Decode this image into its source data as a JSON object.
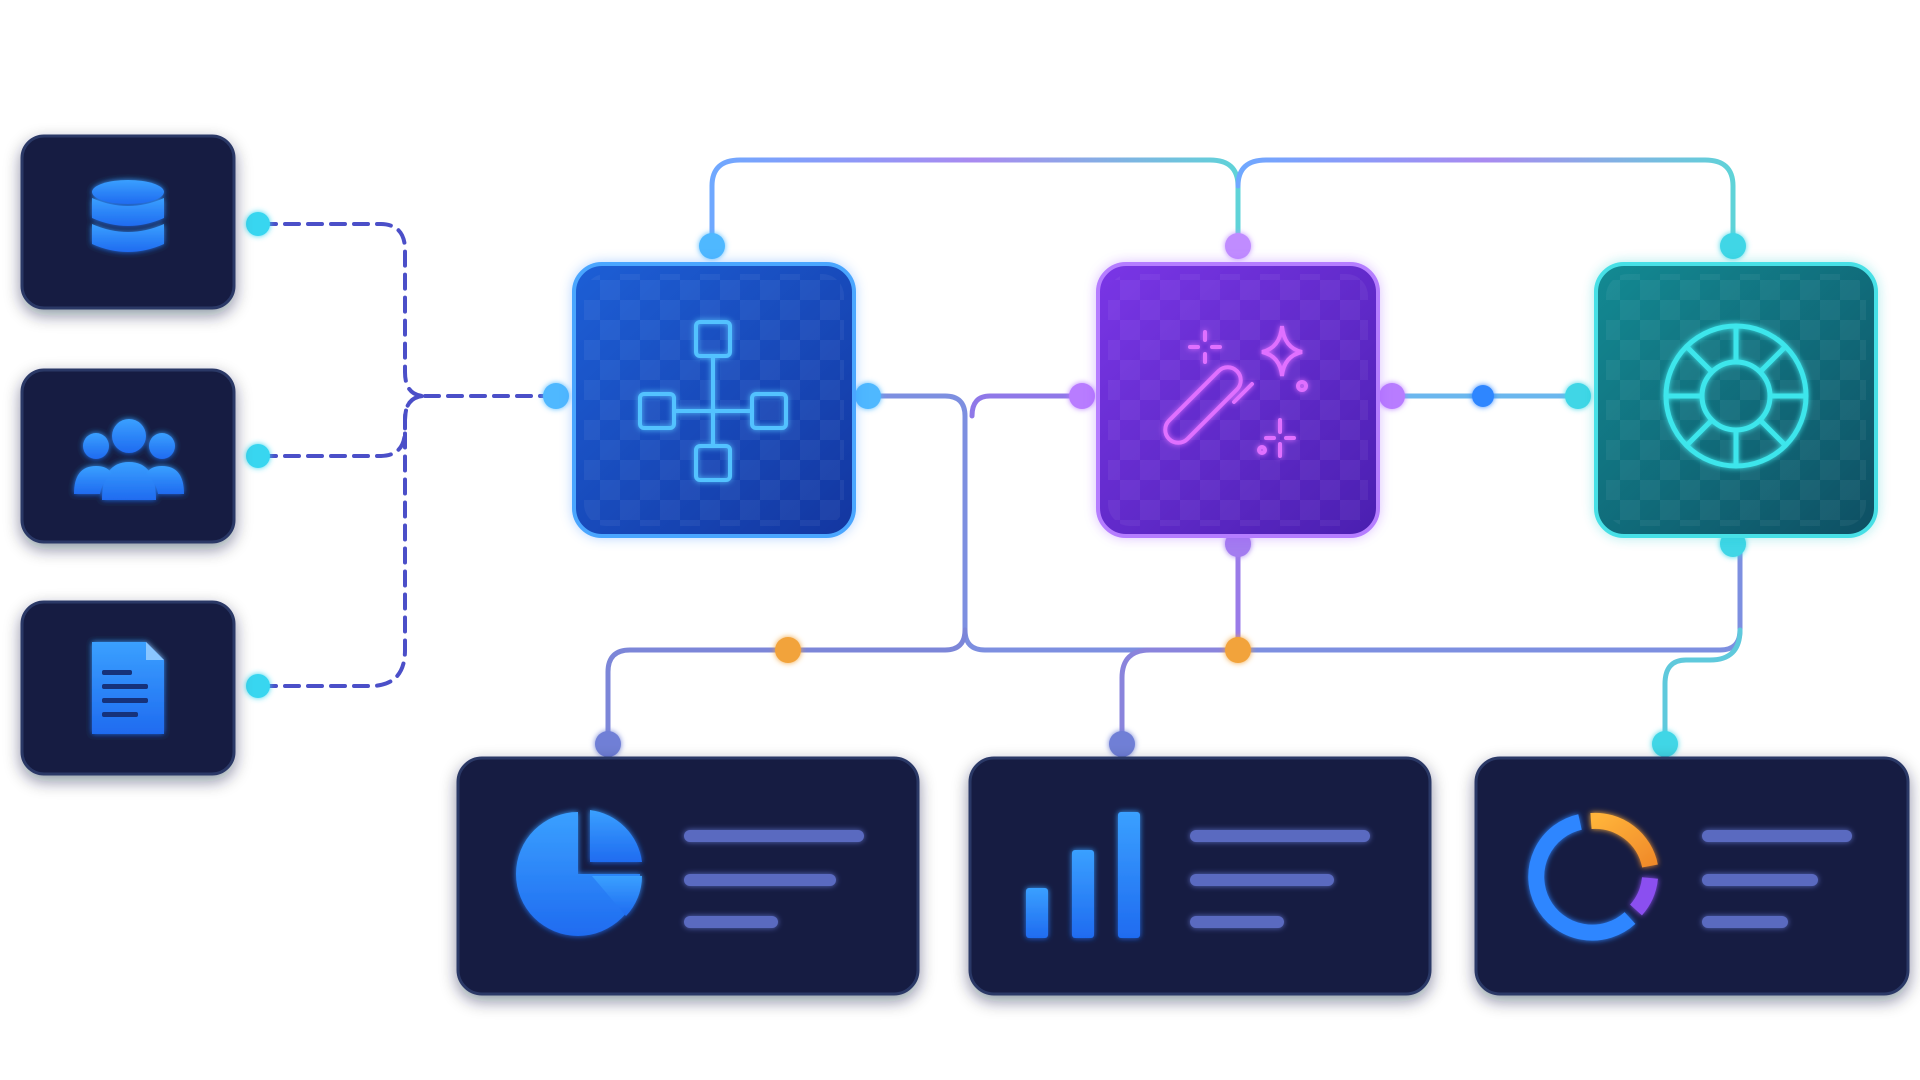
{
  "diagram": {
    "background": "#ffffff",
    "colors": {
      "card_bg": "#151e42",
      "card_border": "#2b3766",
      "blue_accent": "#2f86ff",
      "purple_accent": "#9a4dff",
      "teal_accent": "#18c6c9",
      "connector_blue": "#6f7fd6",
      "connector_teal": "#3fd6e6",
      "connector_orange": "#f2a33a",
      "line_placeholder": "#4a5aa8"
    },
    "sources": [
      {
        "icon": "database-icon"
      },
      {
        "icon": "users-icon"
      },
      {
        "icon": "document-icon"
      }
    ],
    "processors": [
      {
        "icon": "workflow-icon",
        "theme": "blue"
      },
      {
        "icon": "magic-wand-icon",
        "theme": "purple"
      },
      {
        "icon": "life-ring-icon",
        "theme": "teal"
      }
    ],
    "outputs": [
      {
        "icon": "pie-chart-icon"
      },
      {
        "icon": "bar-chart-icon"
      },
      {
        "icon": "donut-chart-icon"
      }
    ]
  }
}
